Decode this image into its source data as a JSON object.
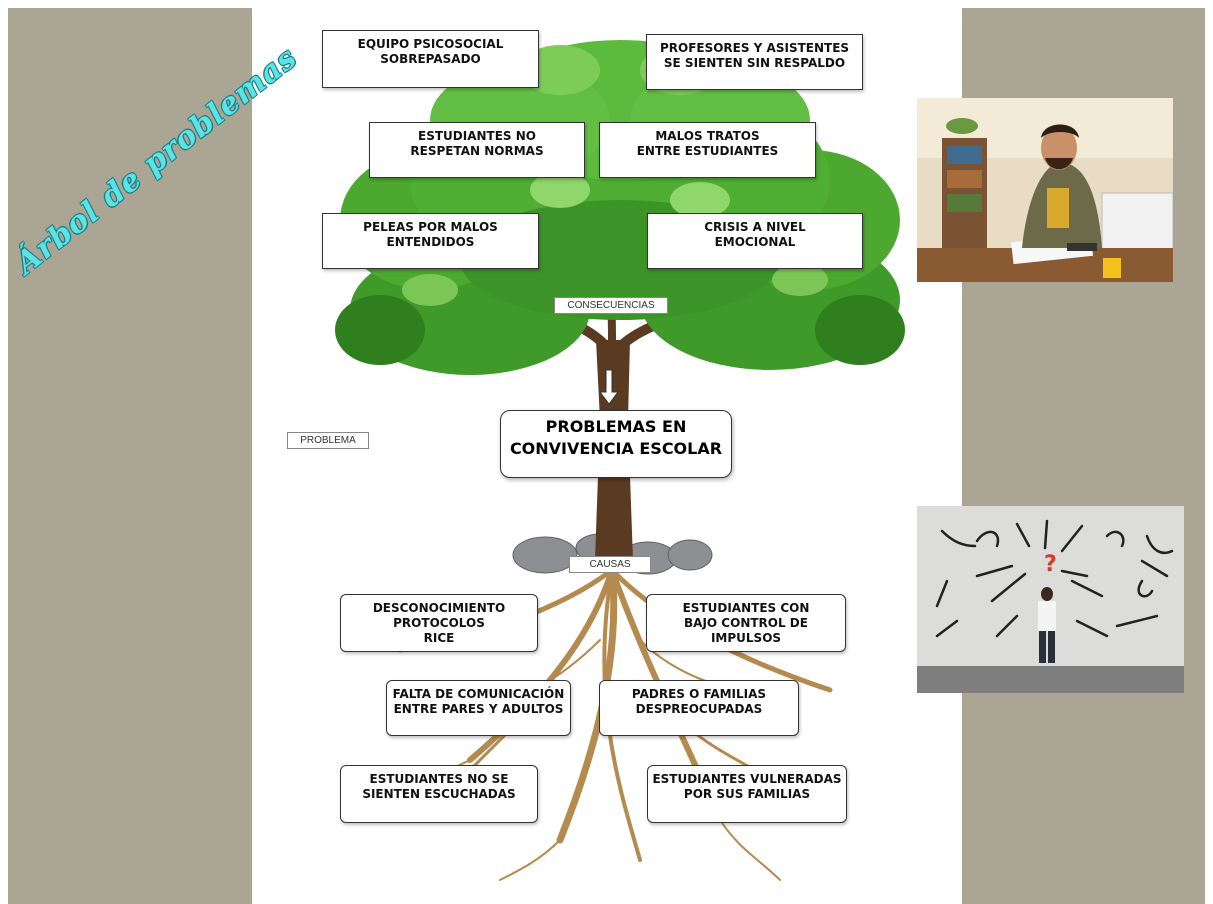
{
  "side_title": "Árbol de problemas",
  "labels": {
    "consequences": "CONSECUENCIAS",
    "problem": "PROBLEMA",
    "causes": "CAUSAS"
  },
  "central_problem": [
    "PROBLEMAS EN",
    "CONVIVENCIA ESCOLAR"
  ],
  "consequences": [
    [
      "EQUIPO PSICOSOCIAL",
      "SOBREPASADO"
    ],
    [
      "PROFESORES Y ASISTENTES",
      "SE SIENTEN SIN RESPALDO"
    ],
    [
      "ESTUDIANTES NO",
      "RESPETAN NORMAS"
    ],
    [
      "MALOS TRATOS",
      "ENTRE ESTUDIANTES"
    ],
    [
      "PELEAS POR MALOS",
      "ENTENDIDOS"
    ],
    [
      "CRISIS A NIVEL",
      "EMOCIONAL"
    ]
  ],
  "causes": [
    [
      "DESCONOCIMIENTO",
      "PROTOCOLOS",
      "RICE"
    ],
    [
      "ESTUDIANTES CON",
      "BAJO CONTROL DE",
      "IMPULSOS"
    ],
    [
      "FALTA DE COMUNICACIÓN",
      "ENTRE PARES Y ADULTOS"
    ],
    [
      "PADRES O FAMILIAS",
      "DESPREOCUPADAS"
    ],
    [
      "ESTUDIANTES NO SE",
      "SIENTEN ESCUCHADAS"
    ],
    [
      "ESTUDIANTES VULNERADAS",
      "POR SUS FAMILIAS"
    ]
  ],
  "colors": {
    "side_panel": "#aba594",
    "title": "#5ce3e3",
    "foliage": "#3f9a2a",
    "trunk": "#5b3a22",
    "roots": "#b58a4e"
  }
}
